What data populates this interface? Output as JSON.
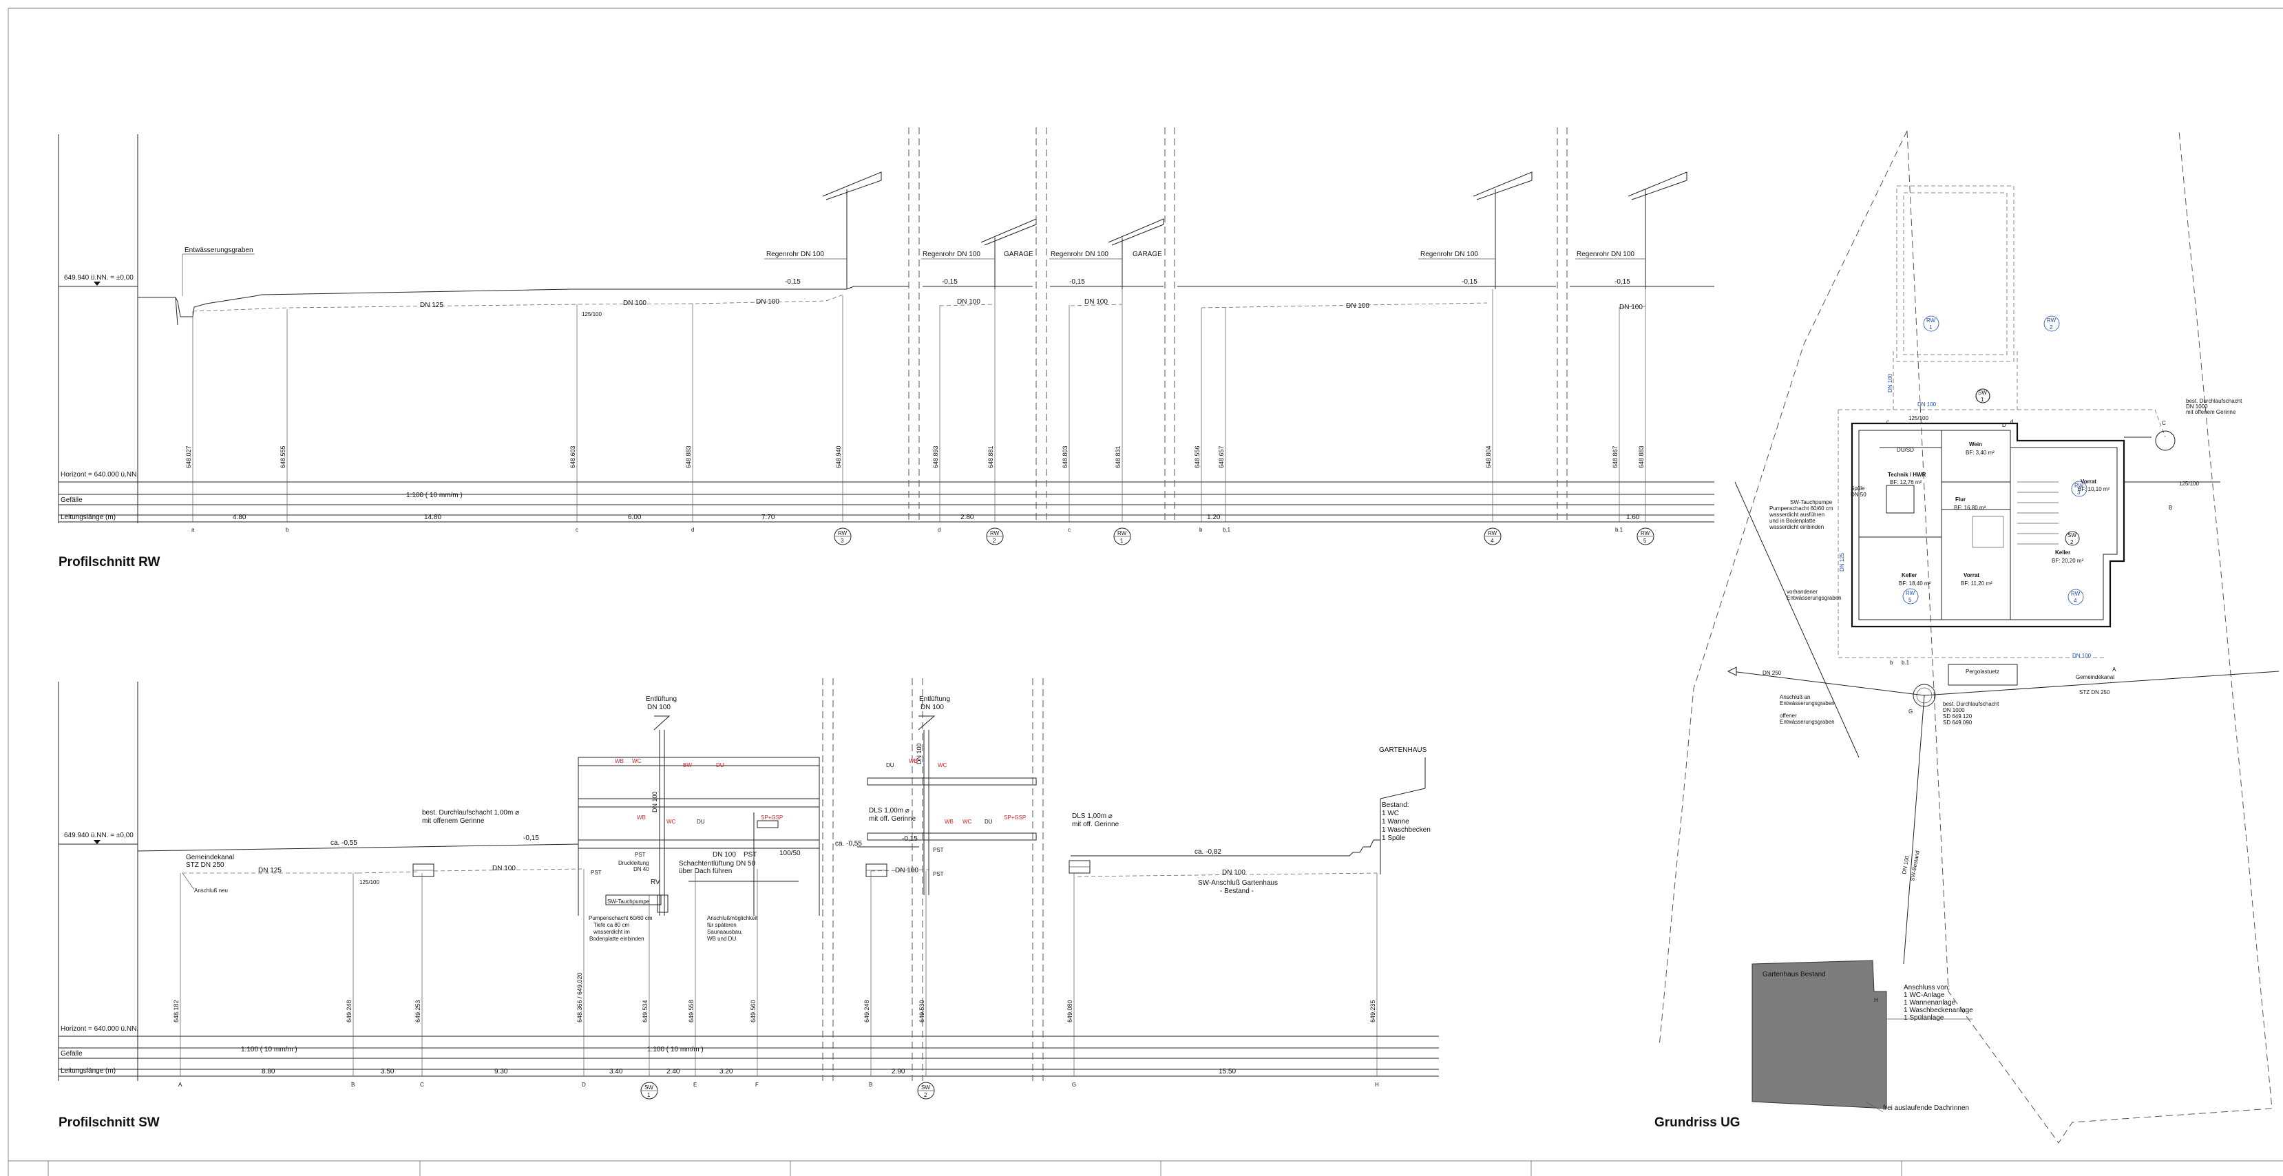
{
  "sections": {
    "rw": {
      "title": "Profilschnitt RW",
      "datum": "649.940 ü.NN. = ±0,00",
      "horizont": "Horizont = 640.000 ü.NN.",
      "row_gefaelle": "Gefälle",
      "row_laenge": "Leitungslänge (m)",
      "gefaelle_value": "1:100 ( 10 mm/m )",
      "annotations": {
        "graben": "Entwässerungsgraben",
        "dn125": "DN 125",
        "dn100_a": "DN 100",
        "dn100_b": "DN 100",
        "reducer": "125/100",
        "pipe1": "Regenrohr DN 100",
        "pipe2": "Regenrohr DN 100",
        "pipe3": "Regenrohr DN 100",
        "pipe4": "Regenrohr DN 100",
        "pipe5": "Regenrohr DN 100",
        "garage1": "GARAGE",
        "garage2": "GARAGE",
        "lvl1": "-0,15",
        "lvl2": "-0,15",
        "lvl3": "-0,15",
        "lvl4": "-0,15",
        "lvl5": "-0,15",
        "dn100_c": "DN 100",
        "dn100_d": "DN 100",
        "dn100_e": "DN 100",
        "dn100_f": "DN 100"
      },
      "heights": [
        "648.027",
        "648.555",
        "648.603",
        "648.883",
        "648.940",
        "648.893",
        "648.881",
        "648.803",
        "648.831",
        "648.556",
        "648.657",
        "648.804",
        "648.867",
        "648.883"
      ],
      "lengths": [
        "4.80",
        "14.80",
        "6.00",
        "7.70",
        "2.80",
        "1.20",
        "1.60"
      ],
      "points": [
        "a",
        "b",
        "c",
        "d",
        "d",
        "c",
        "b",
        "b.1",
        "b.1"
      ],
      "markers": [
        {
          "top": "RW",
          "num": "3"
        },
        {
          "top": "RW",
          "num": "2"
        },
        {
          "top": "RW",
          "num": "1"
        },
        {
          "top": "RW",
          "num": "4"
        },
        {
          "top": "RW",
          "num": "5"
        }
      ]
    },
    "sw": {
      "title": "Profilschnitt SW",
      "datum": "649.940 ü.NN. = ±0,00",
      "horizont": "Horizont = 640.000 ü.NN.",
      "row_gefaelle": "Gefälle",
      "row_laenge": "Leitungslänge (m)",
      "gefaelle_1": "1:100 ( 10 mm/m )",
      "gefaelle_2": "1:100 ( 10 mm/m )",
      "annotations": {
        "gemeinde": "Gemeindekanal",
        "stz": "STZ DN 250",
        "anschluss_neu": "Anschluß neu",
        "dn125": "DN 125",
        "reducer": "125/100",
        "durchlauf": "best. Durchlaufschacht 1,00m ⌀",
        "gerinne": "mit offenem Gerinne",
        "ca055": "ca. -0,55",
        "ca055b": "ca. -0,55",
        "m015": "-0,15",
        "m015b": "-0,15",
        "dn100_a": "DN 100",
        "dn100_b": "DN 100",
        "dn100_c": "DN 100",
        "dn100_d": "DN 100",
        "pst1": "PST",
        "pst2": "PST",
        "pst3": "PST",
        "pst4": "PST",
        "pst5": "PST",
        "entl1": "Entlüftung",
        "entl1b": "DN 100",
        "entl2": "Entlüftung",
        "entl2b": "DN 100",
        "dn100v": "DN 100",
        "dn100v2": "DN 100",
        "druck": "Druckleitung",
        "druck2": "DN 40",
        "rv": "RV",
        "schacht": "Schachtentlüftung DN 50",
        "schacht2": "über Dach führen",
        "r10050": "100/50",
        "pump1": "SW-Tauchpumpe",
        "pump2": "Pumpenschacht 60/60 cm",
        "pump3": "Tiefe ca 80 cm",
        "pump4": "wasserdicht im",
        "pump5": "Bodenplatte einbinden",
        "ans1": "Anschlußmöglichkeit",
        "ans2": "für späteren",
        "ans3": "Saunaausbau,",
        "ans4": "WB und DU",
        "dls1": "DLS 1,00m ⌀",
        "dls1b": "mit off. Gerinne",
        "dls2": "DLS 1,00m ⌀",
        "dls2b": "mit off. Gerinne",
        "ca082": "ca. -0,82",
        "dn100_e": "DN 100",
        "sw_anschluss": "SW-Anschluß Gartenhaus",
        "bestand_dash": "- Bestand -",
        "gartenhaus": "GARTENHAUS",
        "bestand": "Bestand:",
        "b1": "1 WC",
        "b2": "1 Wanne",
        "b3": "1 Waschbecken",
        "b4": "1 Spüle",
        "wb": "WB",
        "wc": "WC",
        "bw": "BW",
        "du": "DU",
        "du2": "DU",
        "sp": "SP+GSP"
      },
      "heights": [
        "648.182",
        "649.248",
        "649.253",
        "648.366 / 649.020",
        "649.534",
        "649.558",
        "649.560",
        "649.248",
        "649.530",
        "649.080",
        "649.235"
      ],
      "lengths": [
        "8.80",
        "3.50",
        "9.30",
        "3.40",
        "2.40",
        "3.20",
        "2.90",
        "15.50"
      ],
      "points": [
        "A",
        "B",
        "C",
        "D",
        "E",
        "F",
        "B",
        "G",
        "H"
      ],
      "markers": [
        {
          "top": "SW",
          "num": "1"
        },
        {
          "top": "SW",
          "num": "2"
        }
      ]
    },
    "plan": {
      "title": "Grundriss UG",
      "rooms": {
        "wein": "Wein",
        "wein_a": "BF: 3,40 m²",
        "technik": "Technik / HWR",
        "technik_a": "BF: 12,76 m²",
        "vorrat1": "Vorrat",
        "vorrat1_a": "BF: 10,10 m²",
        "flur": "Flur",
        "flur_a": "BF: 16,80 m²",
        "keller1": "Keller",
        "keller1_a": "BF: 18,40 m²",
        "vorrat2": "Vorrat",
        "vorrat2_a": "BF: 11,20 m²",
        "keller2": "Keller",
        "keller2_a": "BF: 20,20 m²",
        "pergola": "Pergolastuetz"
      },
      "labels": {
        "durchlauf_a": "best. Durchlaufschacht",
        "durchlauf_b": "DN 1000",
        "durchlauf_c": "mit offenem Gerinne",
        "r125": "125/100",
        "r125b": "125/100",
        "dn250": "DN 250",
        "gemeindekanal": "Gemeindekanal",
        "stz": "STZ DN 250",
        "durch2a": "best. Durchlaufschacht",
        "durch2b": "DN 1000",
        "durch2c": "SD 649.120",
        "durch2d": "SD 649.090",
        "anschl1": "Anschluß an",
        "anschl2": "Entwässerungsgraben",
        "offener1": "offener",
        "offener2": "Entwässerungsgraben",
        "vorh1": "vorhandener",
        "vorh2": "Entwässerungsgraben",
        "pump1": "SW-Tauchpumpe",
        "pump2": "Pumpenschacht 60/60 cm",
        "pump3": "wasserdicht ausführen",
        "pump4": "und in Bodenplatte",
        "pump5": "wasserdicht einbinden",
        "spuele": "Spüle",
        "spuele2": "DN 50",
        "dn100": "DN 100",
        "dn125": "DN 125",
        "dn100_v": "DN 100",
        "dn100_x": "DN 100",
        "gartenhaus": "Gartenhaus Bestand",
        "ans_von": "Anschluss von:",
        "ans_1": "1 WC-Anlage",
        "ans_2": "1 Wannenanlage",
        "ans_3": "1 Waschbeckenanlage",
        "ans_4": "1 Spülanlage",
        "frei": "frei auslaufende Dachrinnen",
        "dn100_sw": "DN 100",
        "dn100_sw2": "SW-Bestand",
        "pa": "A",
        "pb": "B",
        "pc": "C",
        "pd": "D",
        "pg": "G",
        "ph": "H",
        "b1": "b.1",
        "b": "b",
        "c": "c",
        "d": "d",
        "du_dd": "DU/SD"
      },
      "markers": [
        {
          "top": "RW",
          "num": "1"
        },
        {
          "top": "RW",
          "num": "2"
        },
        {
          "top": "SW",
          "num": "1"
        },
        {
          "top": "SW",
          "num": "2"
        },
        {
          "top": "RW",
          "num": "3"
        },
        {
          "top": "RW",
          "num": "4"
        },
        {
          "top": "RW",
          "num": "5"
        }
      ]
    }
  }
}
